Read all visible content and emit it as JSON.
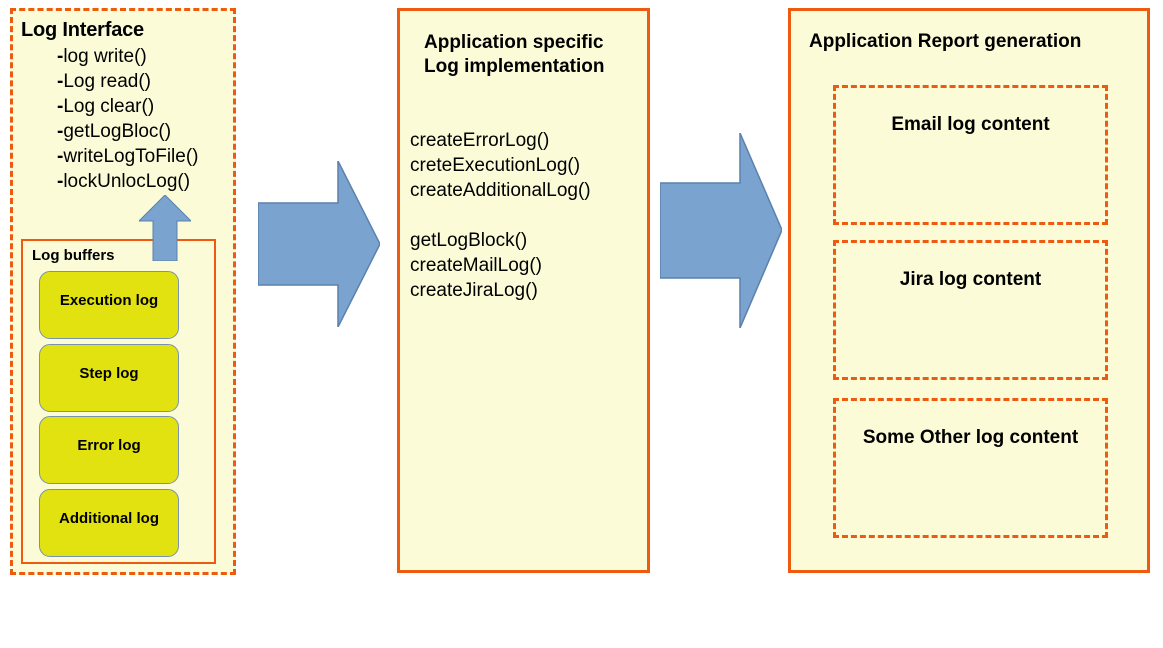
{
  "diagram": {
    "colors": {
      "panel_fill": "#FCFBD8",
      "panel_border": "#EE5A10",
      "buffer_fill": "#E2E210",
      "buffer_border": "#7993AE",
      "arrow_fill": "#7BA3D0",
      "arrow_border": "#5B81AC",
      "text": "#000000"
    },
    "log_interface": {
      "title": "Log Interface",
      "methods": [
        {
          "dash": "-",
          "name": "log write()"
        },
        {
          "dash": "-",
          "name": "Log read()"
        },
        {
          "dash": "-",
          "name": "Log clear()"
        },
        {
          "dash": "-",
          "name": "getLogBloc()"
        },
        {
          "dash": "-",
          "name": "writeLogToFile()"
        },
        {
          "dash": "-",
          "name": "lockUnlocLog()"
        }
      ],
      "log_buffers": {
        "title": "Log buffers",
        "buffers": [
          {
            "label": "Execution log"
          },
          {
            "label": "Step log"
          },
          {
            "label": "Error log"
          },
          {
            "label": "Additional log"
          }
        ]
      }
    },
    "log_implementation": {
      "title_lines": [
        "Application specific",
        "Log implementation"
      ],
      "methods_group_1": [
        "createErrorLog()",
        "creteExecutionLog()",
        "createAdditionalLog()"
      ],
      "methods_group_2": [
        "getLogBlock()",
        "createMailLog()",
        "createJiraLog()"
      ]
    },
    "report_generation": {
      "title": "Application Report generation",
      "boxes": [
        {
          "label": "Email log content"
        },
        {
          "label": "Jira log content"
        },
        {
          "label": "Some Other log content"
        }
      ]
    },
    "arrows": [
      {
        "name": "buffers-to-interface",
        "direction": "up"
      },
      {
        "name": "interface-to-implementation",
        "direction": "right"
      },
      {
        "name": "implementation-to-report",
        "direction": "right"
      }
    ]
  }
}
